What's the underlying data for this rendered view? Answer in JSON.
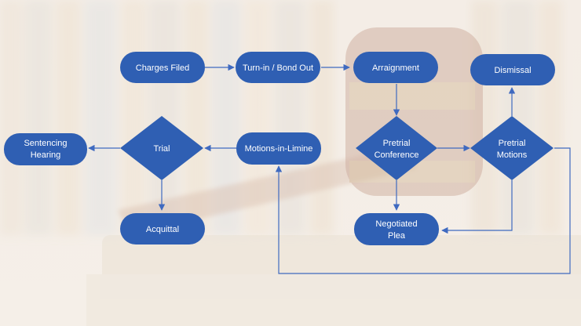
{
  "colors": {
    "node_fill": "#2f5fb3",
    "connector": "#3f6ac0",
    "label": "#ffffff"
  },
  "nodes": {
    "charges_filed": "Charges Filed",
    "turn_in_bond_out": "Turn-in / Bond Out",
    "arraignment": "Arraignment",
    "dismissal": "Dismissal",
    "sentencing_hearing": [
      "Sentencing",
      "Hearing"
    ],
    "trial": "Trial",
    "motions_in_limine": "Motions-in-Limine",
    "pretrial_conference": [
      "Pretrial",
      "Conference"
    ],
    "pretrial_motions": [
      "Pretrial",
      "Motions"
    ],
    "acquittal": "Acquittal",
    "negotiated_plea": [
      "Negotiated",
      "Plea"
    ]
  }
}
